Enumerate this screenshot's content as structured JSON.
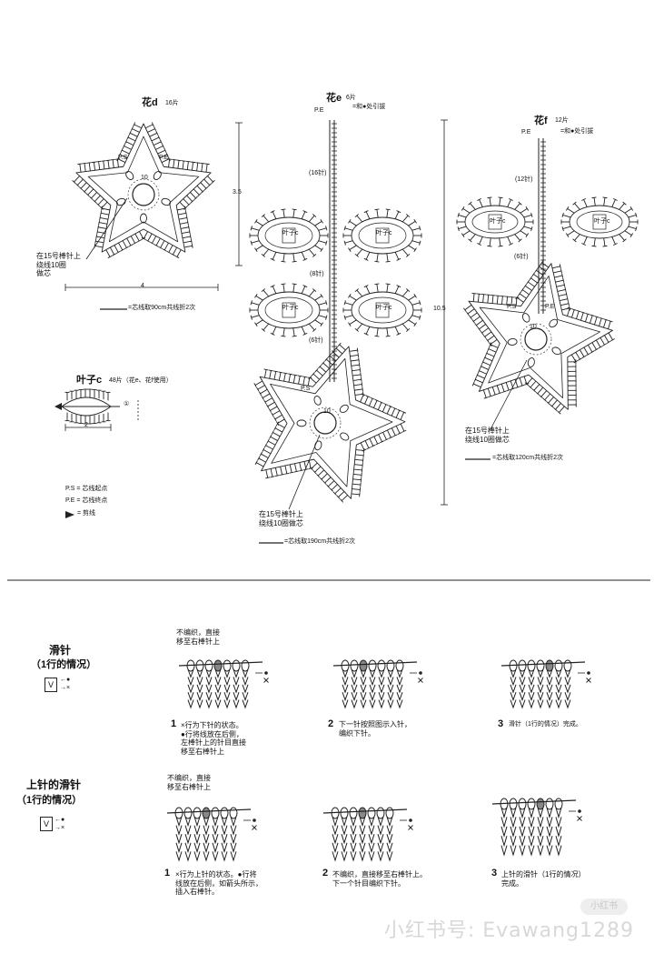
{
  "flower_d": {
    "title": "花d",
    "count": "16片",
    "ps": "P.S",
    "pe": "P.E",
    "center_label": "10",
    "height": "3.5",
    "width": "4",
    "note": "在15号棒针上\n绕线10圈\n做芯",
    "core_line": "=芯线取90cm共线折2次"
  },
  "flower_e": {
    "title": "花e",
    "count": "6片",
    "pe": "P.E",
    "join_note": "=和●处引拔",
    "stitch_16": "(16针)",
    "stitch_8": "(8针)",
    "stitch_6": "(6针)",
    "ps": "P.S",
    "center_label": "10",
    "leaf_label": "叶子c",
    "height": "10.5",
    "note": "在15号棒针上\n绕线10圈做芯",
    "core_line": "=芯线取190cm共线折2次"
  },
  "flower_f": {
    "title": "花f",
    "count": "12片",
    "pe": "P.E",
    "join_note": "=和●处引拔",
    "stitch_12": "(12针)",
    "stitch_6": "(6针)",
    "ps": "P.S",
    "pe2": "P.E",
    "center_label": "10",
    "leaf_label": "叶子c",
    "note": "在15号棒针上\n绕线10圈做芯",
    "core_line": "=芯线取120cm共线折2次"
  },
  "leaf_c": {
    "title": "叶子c",
    "count": "48片（花e、花f使用）",
    "arrow_label": "①",
    "width": "2"
  },
  "legend": {
    "ps": "P.S = 芯线起点",
    "pe": "P.E = 芯线终点",
    "cut": "= 剪线"
  },
  "slip_stitch": {
    "title": "滑针",
    "subtitle": "（1行的情况）",
    "step1_num": "1",
    "step1_text": "×行为下针的状态。\n●行将线放在后侧，\n左棒针上的针目直接\n移至右棒针上",
    "step1_callout": "不编织，直接\n移至右棒针上",
    "step2_num": "2",
    "step2_text": "下一针按照图示入针，\n编织下针。",
    "step3_num": "3",
    "step3_text": "滑针（1行的情况）完成。"
  },
  "slip_stitch_purl": {
    "title": "上针的滑针",
    "subtitle": "（1行的情况）",
    "step1_num": "1",
    "step1_text": "×行为上针的状态。●行将\n线放在后侧，如箭头所示，\n插入右棒针。",
    "step1_callout": "不编织，直接\n移至右棒针上",
    "step2_num": "2",
    "step2_text": "不编织，直接移至右棒针上。\n下一个针目编织下针。",
    "step3_num": "3",
    "step3_text": "上针的滑针（1行的情况）\n完成。"
  },
  "row_marks": {
    "dot": "←●",
    "cross": "→×"
  },
  "watermark": {
    "text": "小红书号: Evawang1289",
    "logo": "小红书"
  }
}
